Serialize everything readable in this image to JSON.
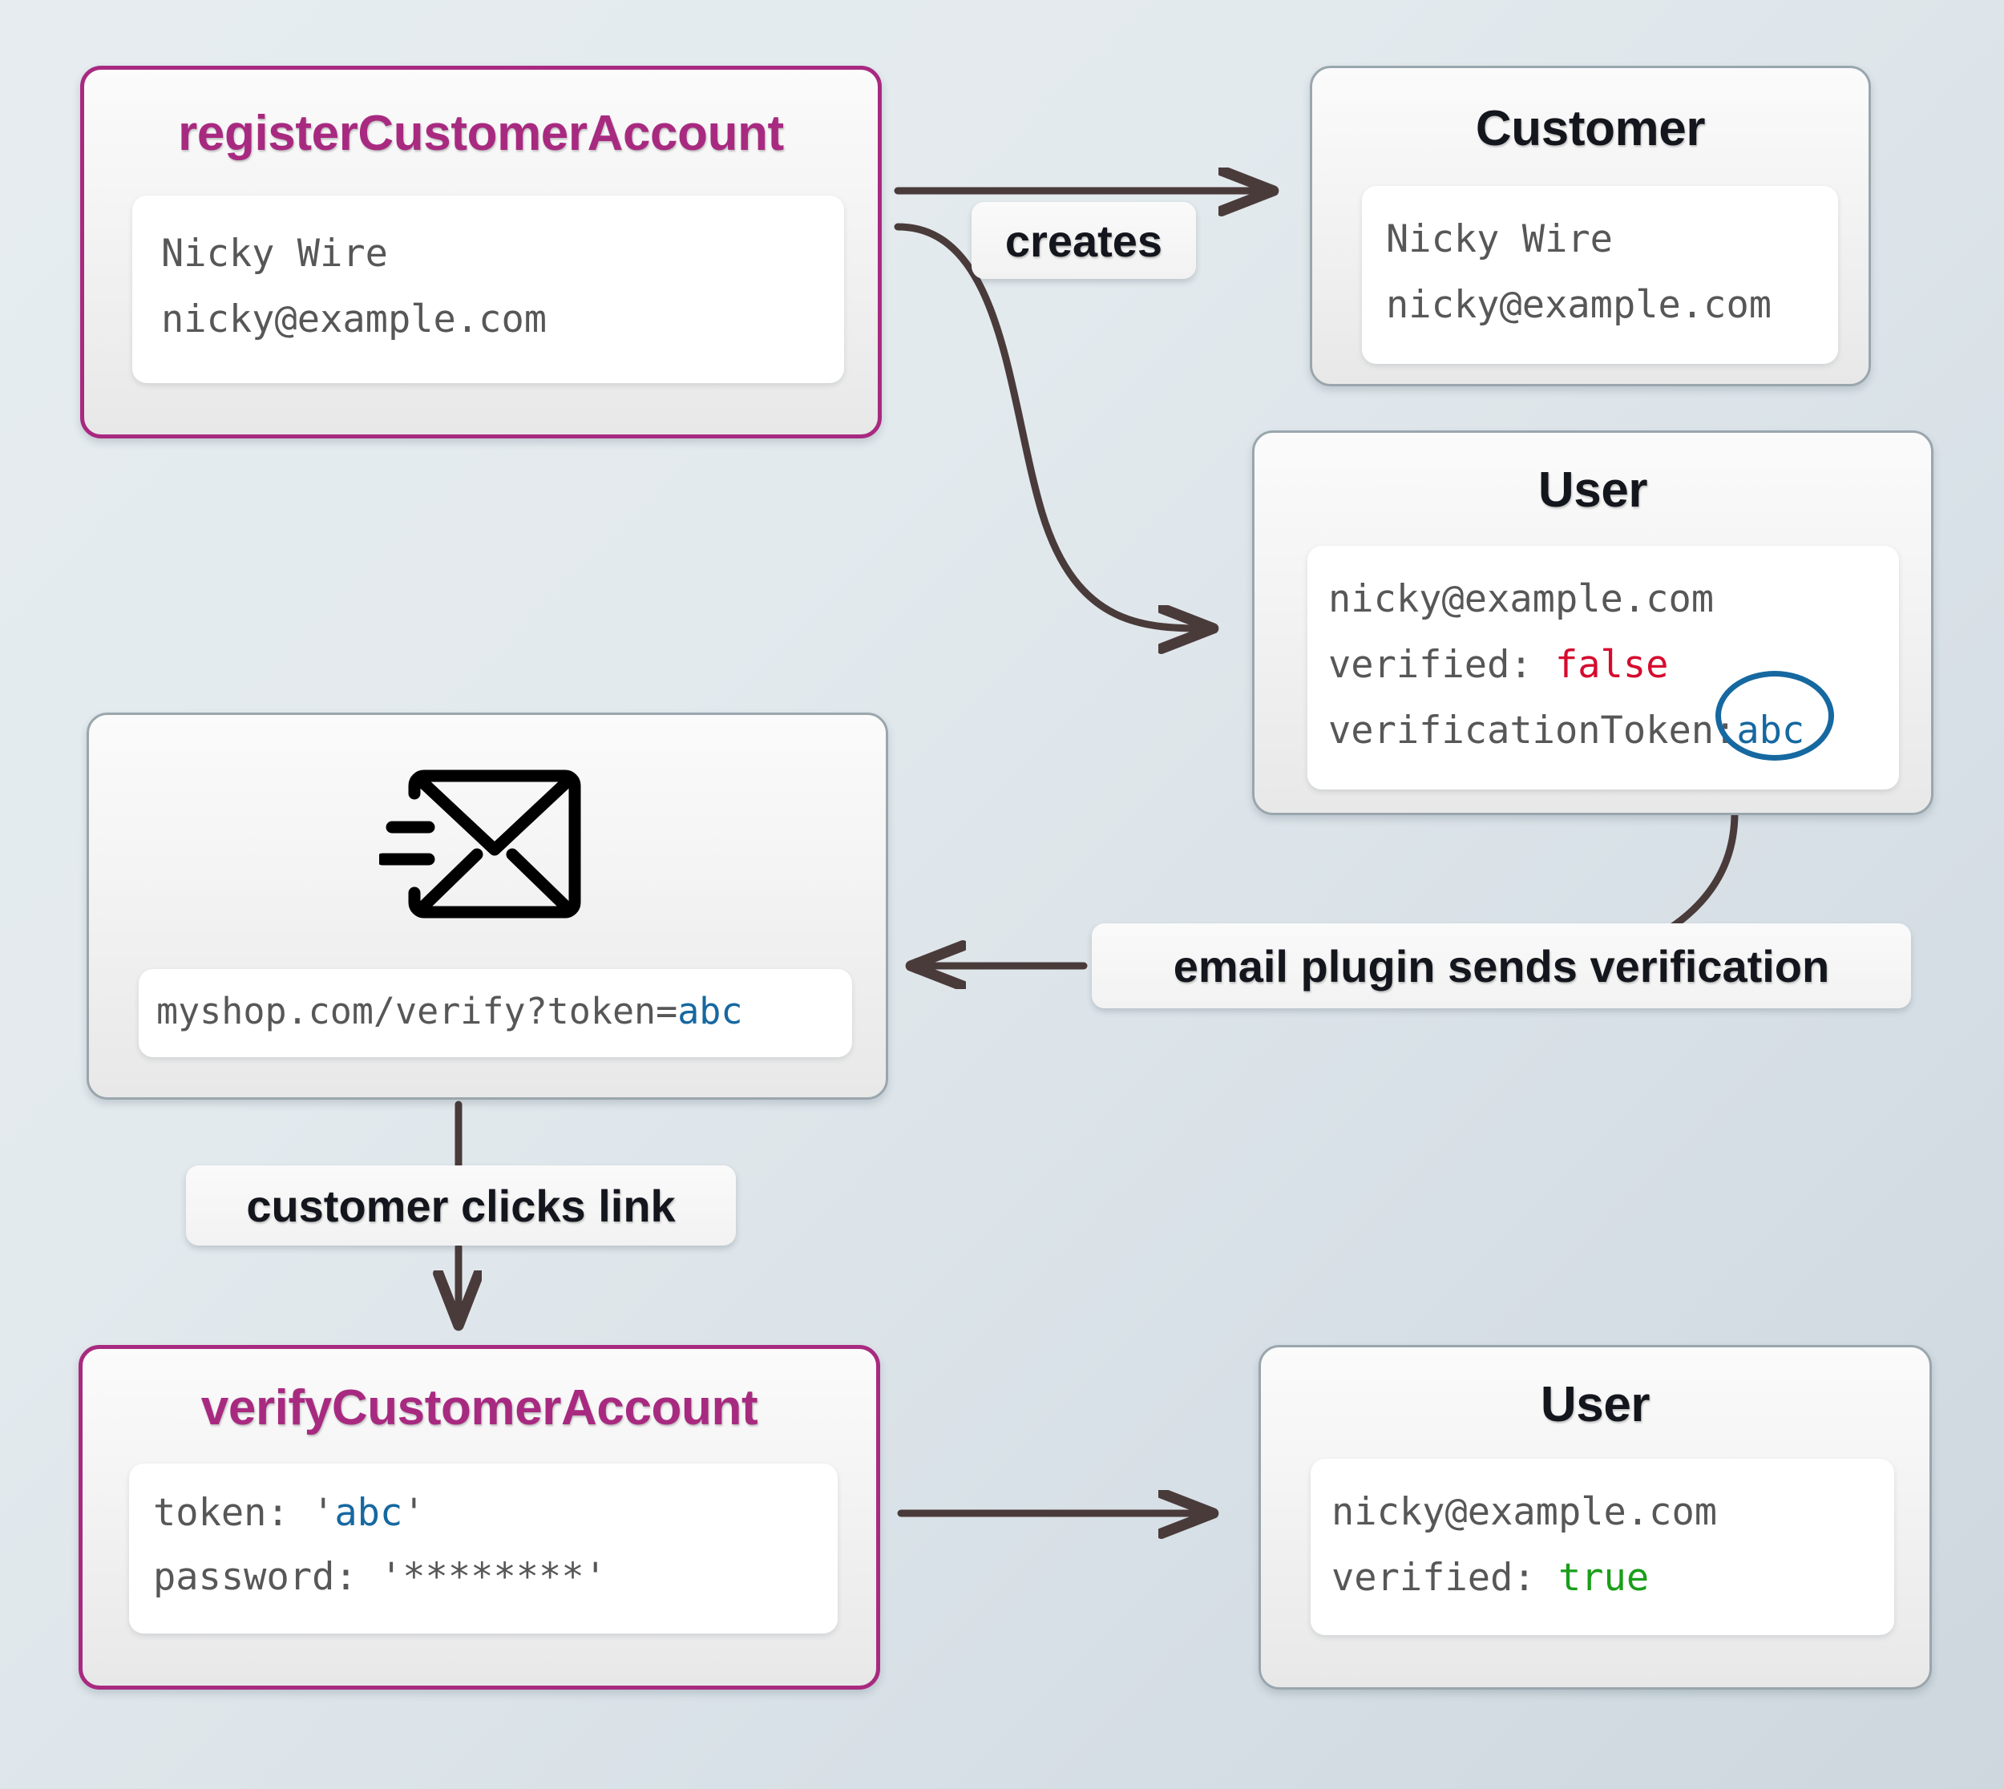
{
  "diagram": {
    "title": "customer account registration and email verification flow",
    "background_gradient": [
      "#e6ecf0",
      "#cdd7dd"
    ],
    "accent_color": "#a82a80",
    "edge_color": "#4a3b3b",
    "token_highlight_color": "#1668a0",
    "false_color": "#d50b2e",
    "true_color": "#1a9e1a"
  },
  "nodes": {
    "register": {
      "title": "registerCustomerAccount",
      "lines": [
        "Nicky Wire",
        "nicky@example.com"
      ]
    },
    "customer": {
      "title": "Customer",
      "lines": [
        "Nicky Wire",
        "nicky@example.com"
      ]
    },
    "user_unverified": {
      "title": "User",
      "email": "nicky@example.com",
      "verified_key": "verified: ",
      "verified_value": "false",
      "token_key": "verificationToken:",
      "token_value": "abc"
    },
    "email": {
      "icon": "sent-envelope-icon",
      "link_prefix": "myshop.com/verify?token=",
      "link_token": "abc"
    },
    "verify": {
      "title": "verifyCustomerAccount",
      "token_key": "token: ",
      "token_quote_open": "'",
      "token_value": "abc",
      "token_quote_close": "'",
      "password_line": "password: '********'"
    },
    "user_verified": {
      "title": "User",
      "email": "nicky@example.com",
      "verified_key": "verified: ",
      "verified_value": "true"
    }
  },
  "edges": {
    "creates": "creates",
    "email_plugin": "email plugin sends verification",
    "customer_clicks": "customer clicks link"
  }
}
